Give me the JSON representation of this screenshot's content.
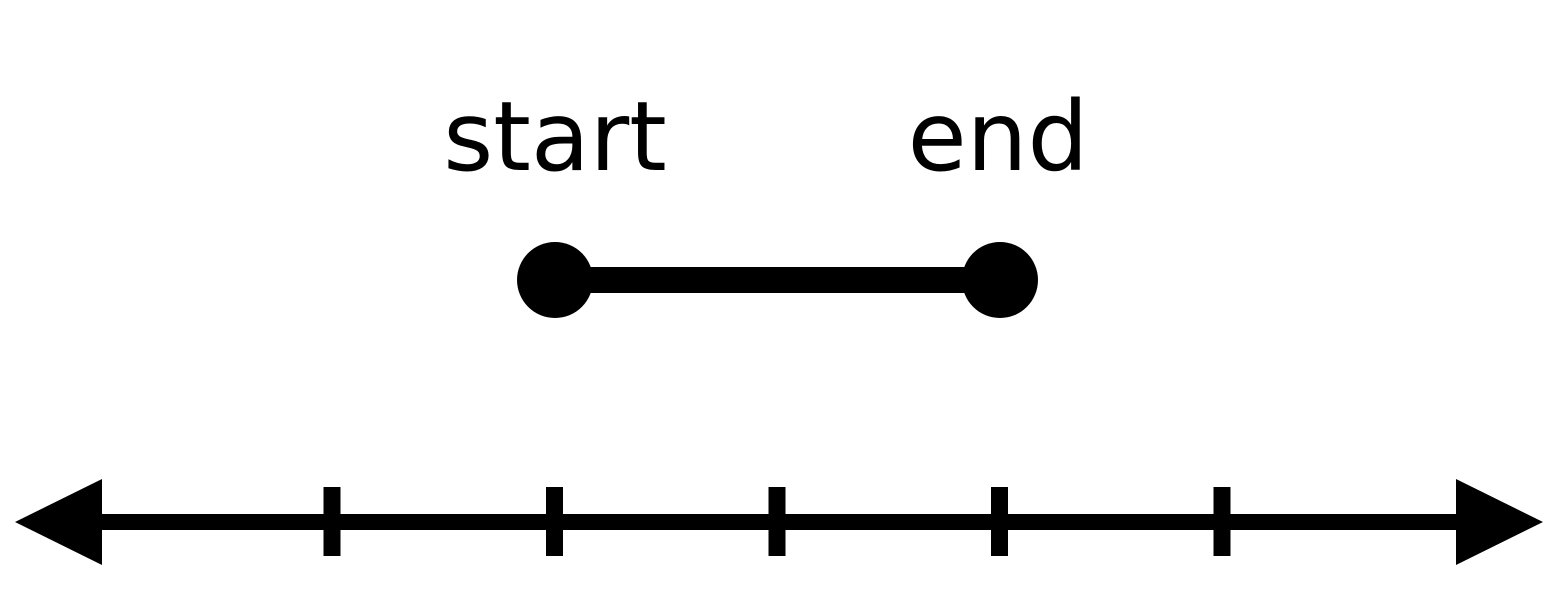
{
  "labels": {
    "start": "start",
    "end": "end"
  },
  "segment": {
    "start_tick": 2,
    "end_tick": 4,
    "endpoints": "closed"
  },
  "number_line": {
    "tick_count": 5,
    "arrows": "both-ends",
    "tick_labels": []
  },
  "colors": {
    "ink": "#000000",
    "background": "#ffffff"
  }
}
